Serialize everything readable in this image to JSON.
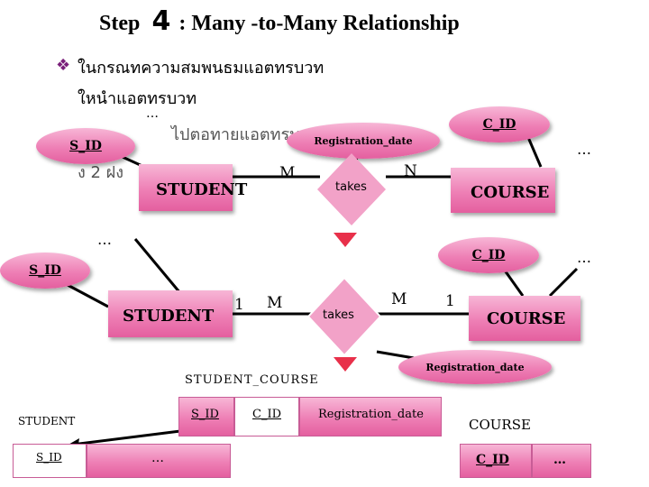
{
  "title": {
    "step": "Step",
    "number": "4",
    "rest": ": Many -to-Many Relationship"
  },
  "bullet": {
    "line1": "ในกรณทความสมพนธมแอตทรบวท",
    "line2": "ใหนำแอตทรบวท",
    "line3": "ไปตอทายแอตทรบวททน",
    "line4": "ง 2 ฝง"
  },
  "diagram1": {
    "s_id": "S_ID",
    "student": "STUDENT",
    "takes": "takes",
    "course": "COURSE",
    "c_id": "C_ID",
    "registration_date": "Registration_date",
    "m": "M",
    "n": "N",
    "ellipsis_top": "…",
    "ellipsis_right": "…",
    "ellipsis_left": "…"
  },
  "diagram2": {
    "s_id": "S_ID",
    "student": "STUDENT",
    "takes": "takes",
    "course": "COURSE",
    "c_id": "C_ID",
    "registration_date": "Registration_date",
    "one_left": "1",
    "m_left": "M",
    "m_right": "M",
    "one_right": "1",
    "ellipsis_right": "…"
  },
  "tables": {
    "student_course_title": "STUDENT_COURSE",
    "student_course_cols": [
      "S_ID",
      "C_ID",
      "Registration_date"
    ],
    "student_title": "STUDENT",
    "student_cols": [
      "S_ID",
      "…"
    ],
    "course_title": "COURSE",
    "course_cols": [
      "C_ID",
      "…"
    ]
  },
  "colors": {
    "pink": "#ee7fb5",
    "arrow": "#e8304a",
    "bullet": "#7a1f7a"
  }
}
